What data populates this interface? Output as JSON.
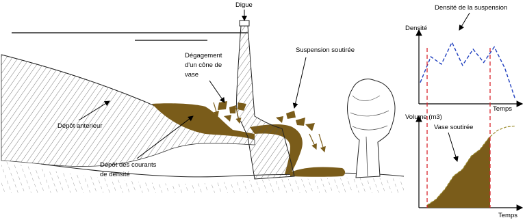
{
  "labels": {
    "digue": "Digue",
    "degagement": [
      "Dégagement",
      "d'un cône de",
      "vase"
    ],
    "suspension_soutiree": "Suspension soutirée",
    "depot_anterieur": "Dépôt anterieur",
    "depot_courants": [
      "Dépôt des courants",
      "de densité"
    ]
  },
  "colors": {
    "sediment": "#7a5c1a",
    "density_line": "#1f3fbf",
    "marker_line": "#d8242b",
    "volume_curve": "#9a8a2a",
    "ink": "#000000"
  },
  "chart_data": [
    {
      "type": "line",
      "title": "Densité de la suspension",
      "ylabel": "Densité",
      "xlabel": "Temps",
      "x": [
        0,
        1,
        2,
        3,
        4,
        5,
        6,
        7,
        8,
        9
      ],
      "values": [
        0.3,
        0.75,
        0.62,
        1.0,
        0.6,
        0.88,
        0.65,
        0.92,
        0.55,
        0.0
      ],
      "grid": false
    },
    {
      "type": "area",
      "title": "Vase soutirée",
      "ylabel": "Volume (m3)",
      "xlabel": "Temps",
      "x": [
        0,
        1,
        2,
        3,
        4,
        5,
        6,
        7,
        8,
        9,
        10
      ],
      "values": [
        0.03,
        0.1,
        0.22,
        0.38,
        0.46,
        0.62,
        0.7,
        0.84,
        0.93,
        0.97,
        0.98
      ],
      "grid": false
    }
  ]
}
